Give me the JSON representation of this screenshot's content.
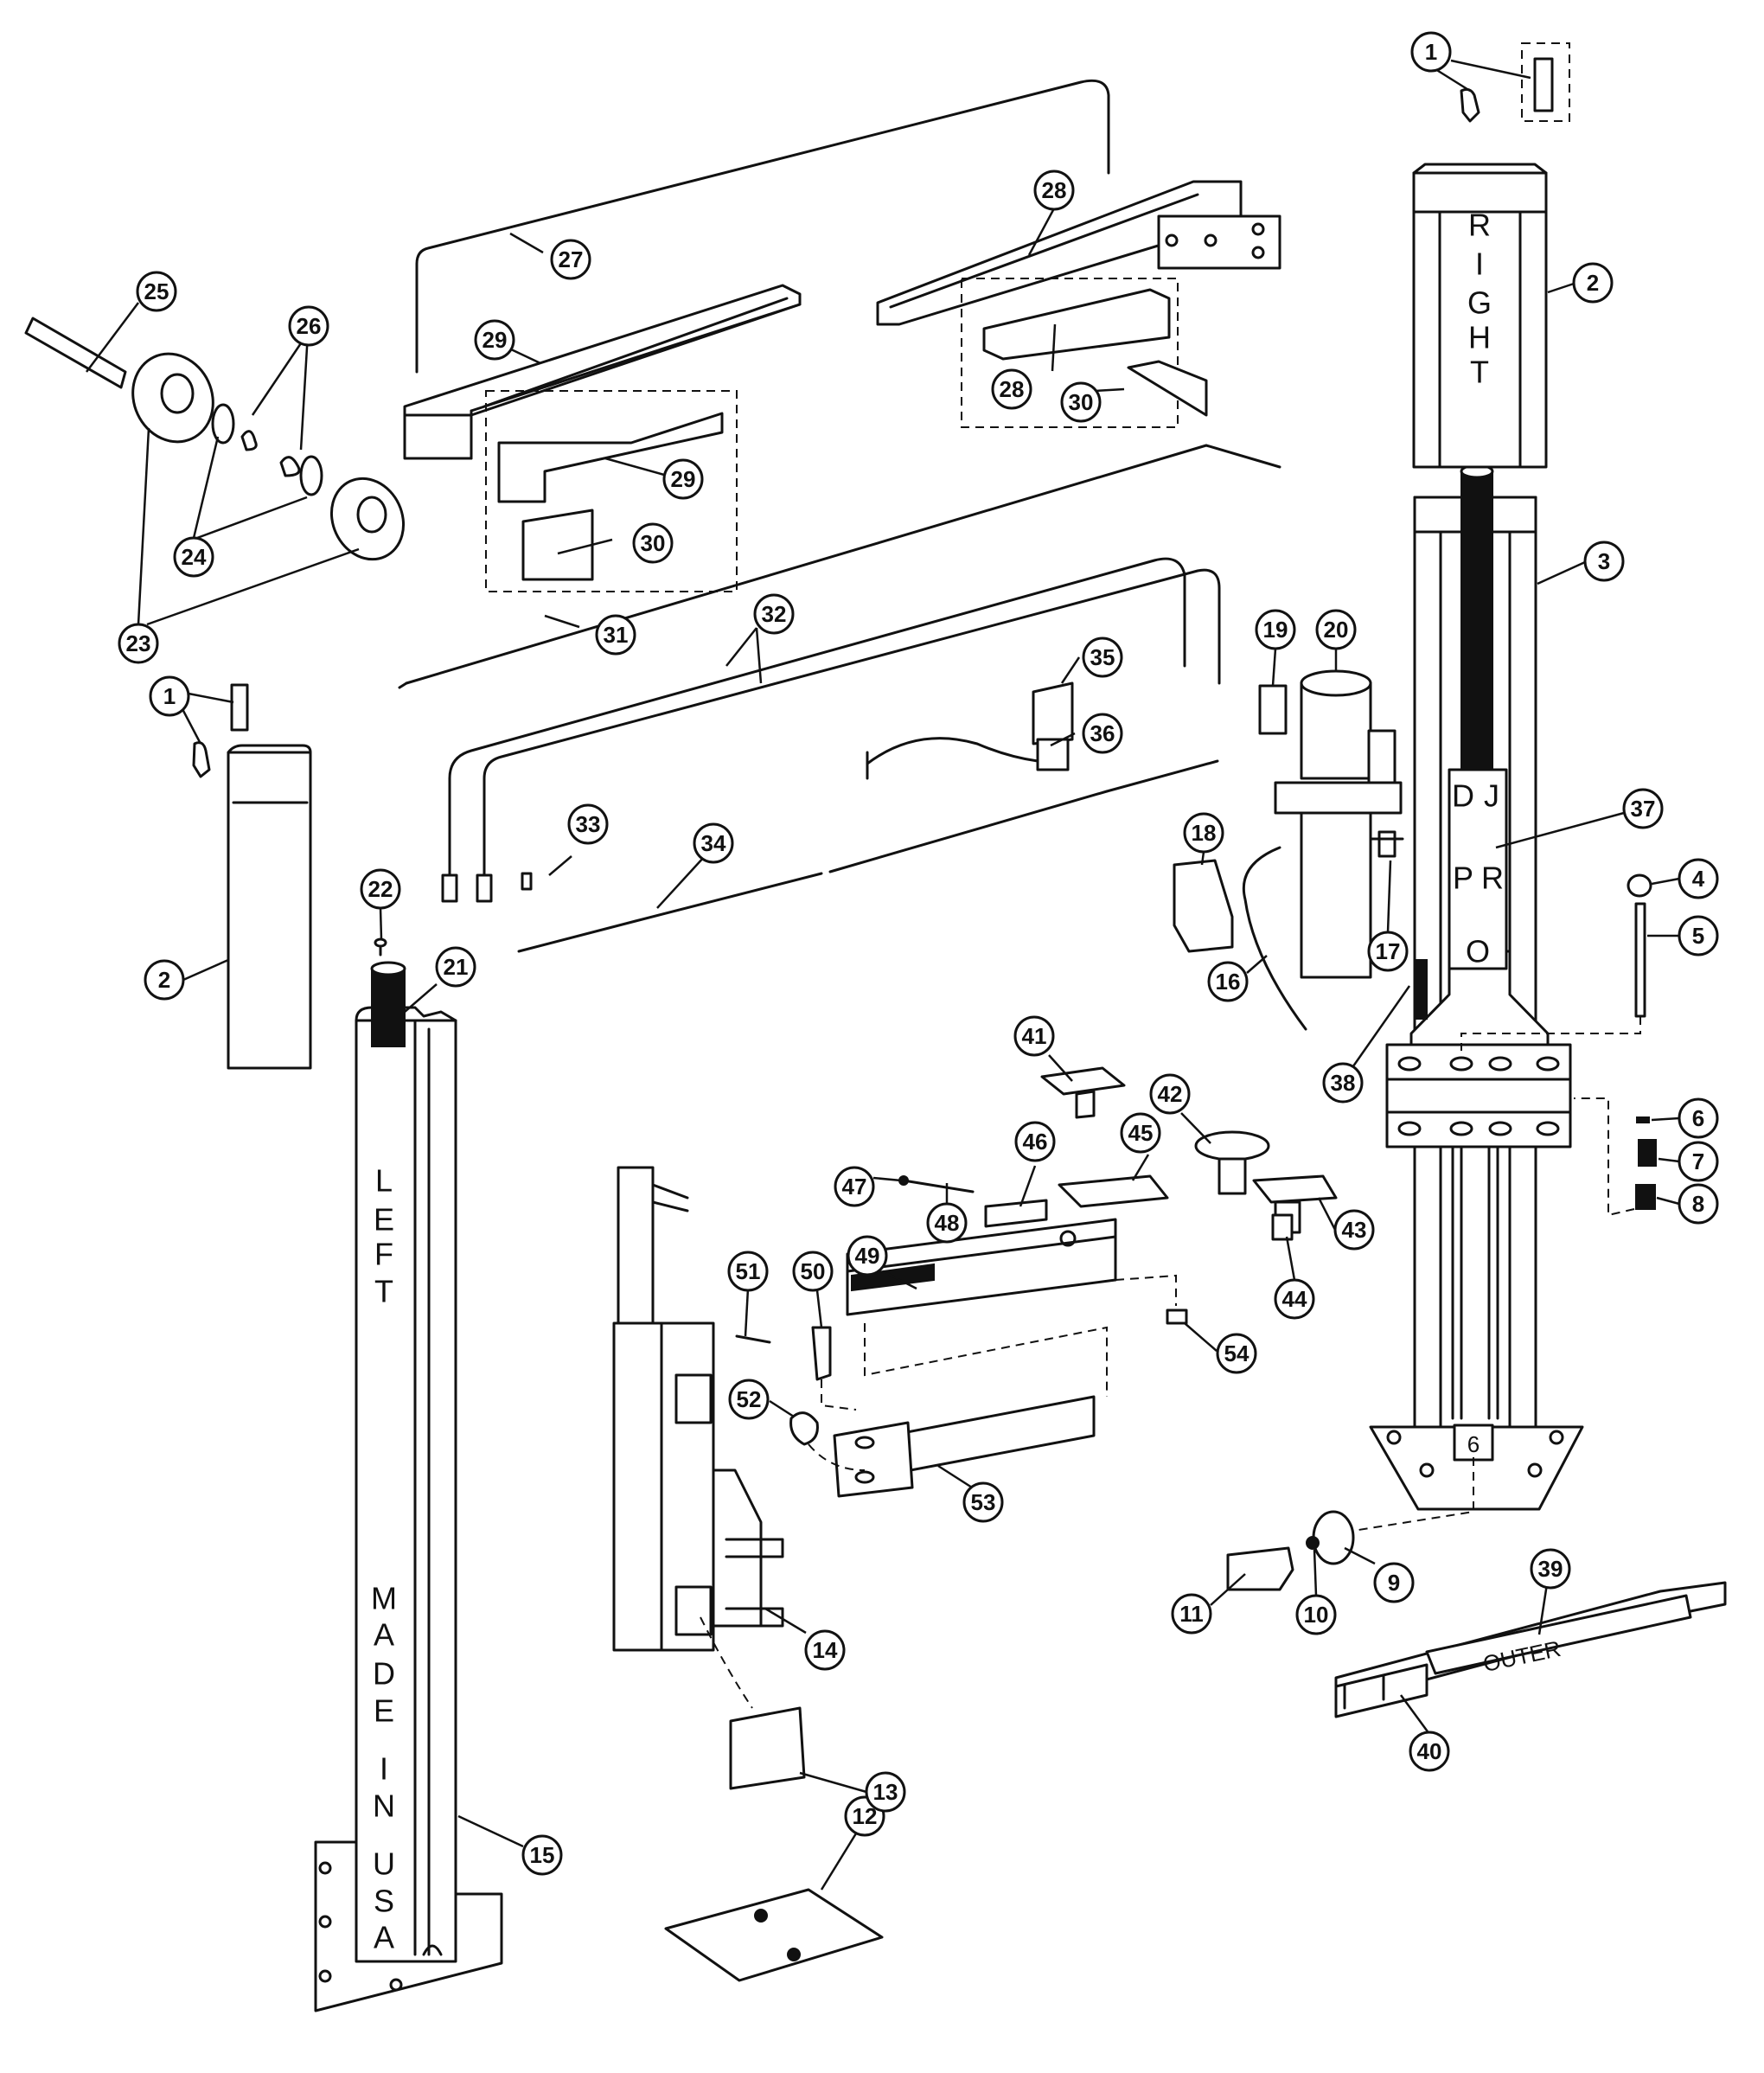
{
  "post_labels": {
    "right": [
      "R",
      "I",
      "G",
      "H",
      "T"
    ],
    "left": [
      "L",
      "E",
      "F",
      "T"
    ],
    "made_in_usa": [
      "M",
      "A",
      "D",
      "E",
      "I",
      "N",
      "U",
      "S",
      "A"
    ],
    "dj_pro": [
      "D",
      "J",
      "P",
      "R",
      "O"
    ]
  },
  "arm_label": "OUTER",
  "callouts": [
    {
      "id": "c1a",
      "text": "1"
    },
    {
      "id": "c1b",
      "text": "1"
    },
    {
      "id": "c2a",
      "text": "2"
    },
    {
      "id": "c2b",
      "text": "2"
    },
    {
      "id": "c3",
      "text": "3"
    },
    {
      "id": "c4",
      "text": "4"
    },
    {
      "id": "c5",
      "text": "5"
    },
    {
      "id": "c6",
      "text": "6"
    },
    {
      "id": "c7",
      "text": "7"
    },
    {
      "id": "c8",
      "text": "8"
    },
    {
      "id": "c9",
      "text": "9"
    },
    {
      "id": "c10",
      "text": "10"
    },
    {
      "id": "c11",
      "text": "11"
    },
    {
      "id": "c12",
      "text": "12"
    },
    {
      "id": "c13",
      "text": "13"
    },
    {
      "id": "c14",
      "text": "14"
    },
    {
      "id": "c15",
      "text": "15"
    },
    {
      "id": "c16",
      "text": "16"
    },
    {
      "id": "c17",
      "text": "17"
    },
    {
      "id": "c18",
      "text": "18"
    },
    {
      "id": "c19",
      "text": "19"
    },
    {
      "id": "c20",
      "text": "20"
    },
    {
      "id": "c21",
      "text": "21"
    },
    {
      "id": "c22",
      "text": "22"
    },
    {
      "id": "c23",
      "text": "23"
    },
    {
      "id": "c24",
      "text": "24"
    },
    {
      "id": "c25",
      "text": "25"
    },
    {
      "id": "c26",
      "text": "26"
    },
    {
      "id": "c27",
      "text": "27"
    },
    {
      "id": "c28a",
      "text": "28"
    },
    {
      "id": "c28b",
      "text": "28"
    },
    {
      "id": "c29a",
      "text": "29"
    },
    {
      "id": "c29b",
      "text": "29"
    },
    {
      "id": "c30a",
      "text": "30"
    },
    {
      "id": "c30b",
      "text": "30"
    },
    {
      "id": "c31",
      "text": "31"
    },
    {
      "id": "c32",
      "text": "32"
    },
    {
      "id": "c33",
      "text": "33"
    },
    {
      "id": "c34",
      "text": "34"
    },
    {
      "id": "c35",
      "text": "35"
    },
    {
      "id": "c36",
      "text": "36"
    },
    {
      "id": "c37",
      "text": "37"
    },
    {
      "id": "c38",
      "text": "38"
    },
    {
      "id": "c39",
      "text": "39"
    },
    {
      "id": "c40",
      "text": "40"
    },
    {
      "id": "c41",
      "text": "41"
    },
    {
      "id": "c42",
      "text": "42"
    },
    {
      "id": "c43",
      "text": "43"
    },
    {
      "id": "c44",
      "text": "44"
    },
    {
      "id": "c45",
      "text": "45"
    },
    {
      "id": "c46",
      "text": "46"
    },
    {
      "id": "c47",
      "text": "47"
    },
    {
      "id": "c48",
      "text": "48"
    },
    {
      "id": "c49",
      "text": "49"
    },
    {
      "id": "c50",
      "text": "50"
    },
    {
      "id": "c51",
      "text": "51"
    },
    {
      "id": "c52",
      "text": "52"
    },
    {
      "id": "c53",
      "text": "53"
    },
    {
      "id": "c54",
      "text": "54"
    }
  ]
}
